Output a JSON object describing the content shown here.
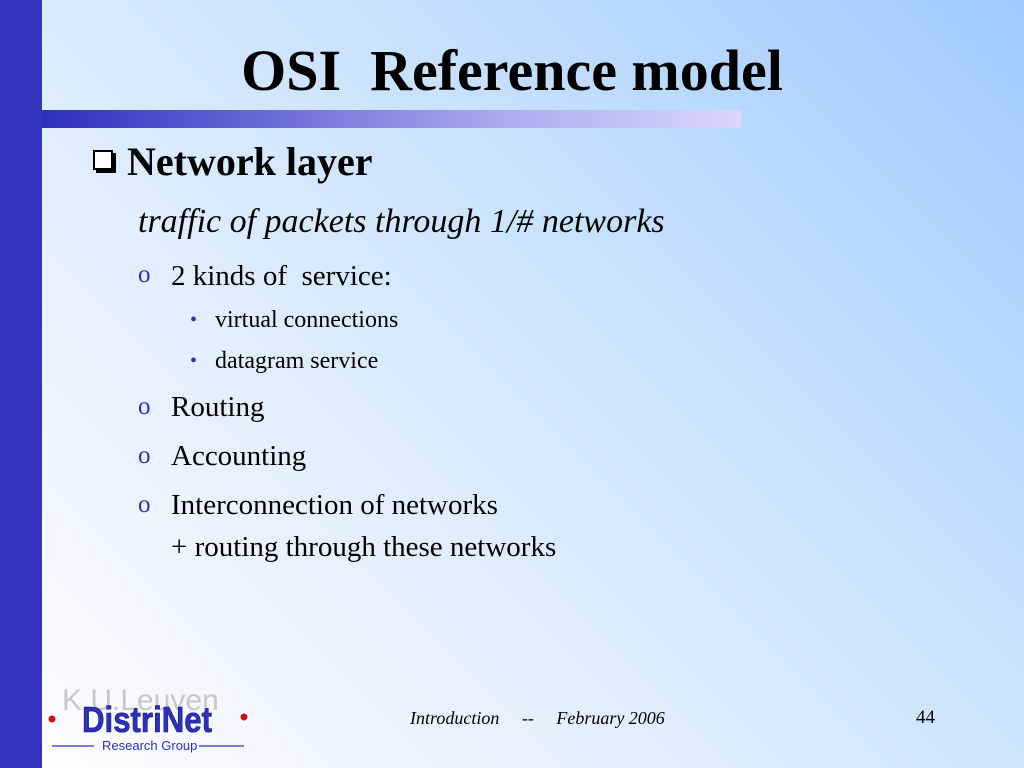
{
  "slide": {
    "title": "OSI  Reference model",
    "heading": "Network layer",
    "subtitle": "traffic of packets through 1/# networks",
    "items": [
      {
        "label": "2 kinds of  service:",
        "subitems": [
          "virtual connections",
          "datagram service"
        ]
      },
      {
        "label": "Routing"
      },
      {
        "label": "Accounting"
      },
      {
        "label": "Interconnection of networks",
        "continuation": "+ routing through these networks"
      }
    ]
  },
  "footer": {
    "topic": "Introduction",
    "separator": "--",
    "date": "February 2006",
    "page_number": "44"
  },
  "logo": {
    "watermark": "K.U.Leuven",
    "name": "DistriNet",
    "tagline": "Research Group"
  },
  "colors": {
    "accent": "#3434c0",
    "background_top_right": "#9fcaff",
    "background_bottom_left": "#ffffff"
  }
}
